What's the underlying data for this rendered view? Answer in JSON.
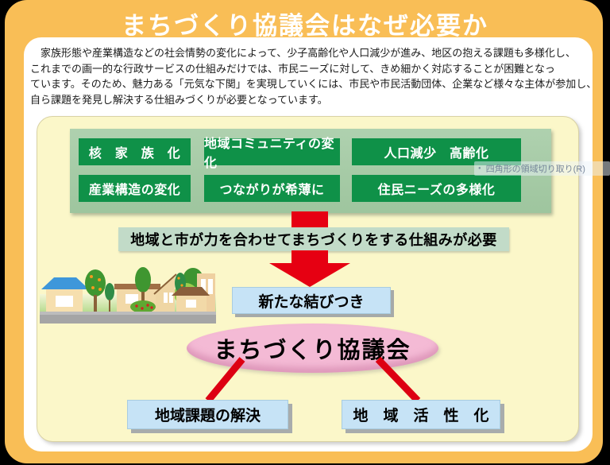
{
  "header": {
    "title": "まちづくり協議会はなぜ必要か"
  },
  "intro": {
    "lines": [
      "　家族形態や産業構造などの社会情勢の変化によって、少子高齢化や人口減少が進み、地区の抱える課題も多様化し、",
      "これまでの画一的な行政サービスの仕組みだけでは、市民ニーズに対して、きめ細かく対応することが困難となっ",
      "ています。そのため、魅力ある「元気な下関」を実現していくには、市民や市民活動団体、企業など様々な主体が参加し、",
      "自ら課題を発見し解決する仕組みづくりが必要となっています。"
    ]
  },
  "factors": {
    "items": [
      {
        "label": "核　家　族　化"
      },
      {
        "label": "地域コミュニティの変化"
      },
      {
        "label": "人口減少　高齢化"
      },
      {
        "label": "産業構造の変化"
      },
      {
        "label": "つながりが希薄に"
      },
      {
        "label": "住民ニーズの多様化"
      }
    ]
  },
  "flow": {
    "need_banner": "地域と市が力を合わせてまちづくりをする仕組みが必要",
    "new_bond_label": "新たな結びつき",
    "council_label": "まちづくり協議会",
    "outcome_left_label": "地域課題の解決",
    "outcome_right_label": "地　域　活　性　化"
  },
  "overlay": {
    "watermark_bullet": "●",
    "watermark_text": "四角形の領域切り取り(R)"
  },
  "colors": {
    "frame_orange": "#F9BE56",
    "panel_yellow": "#FBF7C9",
    "panel_sage": "#A7CBA7",
    "factor_green": "#0F9148",
    "arrow_red": "#E60012",
    "box_blue": "#C6E3F6",
    "council_pink": "#F4BAD5"
  }
}
